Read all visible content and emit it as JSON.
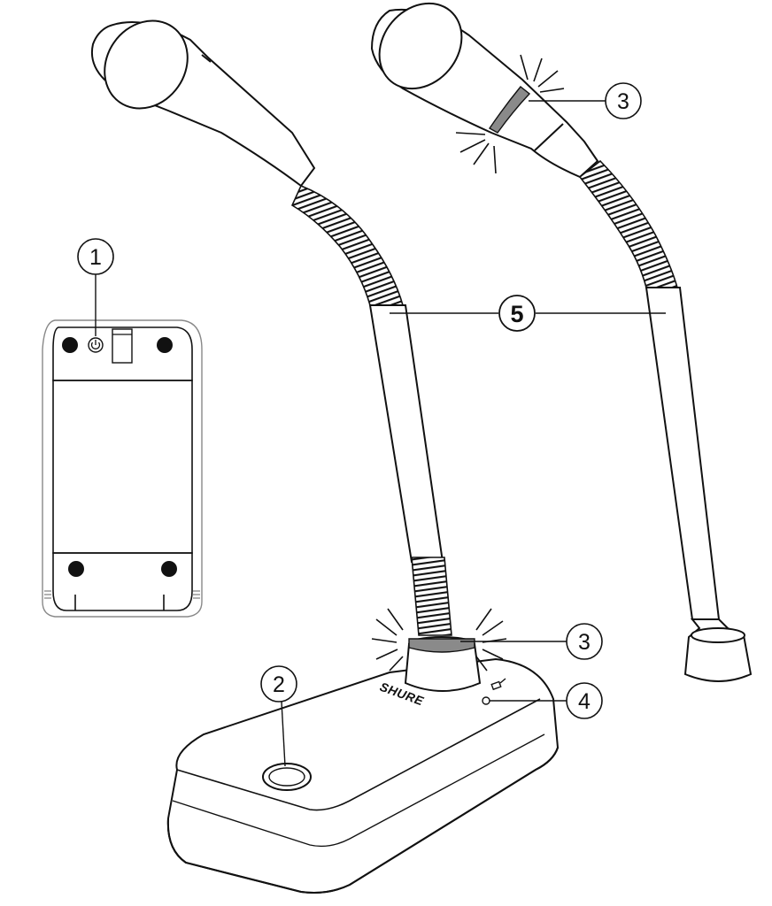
{
  "callouts": [
    {
      "id": "1",
      "label": "1"
    },
    {
      "id": "2",
      "label": "2"
    },
    {
      "id": "3a",
      "label": "3"
    },
    {
      "id": "3b",
      "label": "3"
    },
    {
      "id": "4",
      "label": "4"
    },
    {
      "id": "5",
      "label": "5"
    }
  ],
  "brand": {
    "logo_text": "SHURE"
  },
  "icons": {
    "power": "power-icon",
    "mic_symbol": "microphone-symbol-icon"
  },
  "colors": {
    "outline": "#111111",
    "led_ring": "#8a8a8a",
    "body_fill": "#ffffff"
  }
}
